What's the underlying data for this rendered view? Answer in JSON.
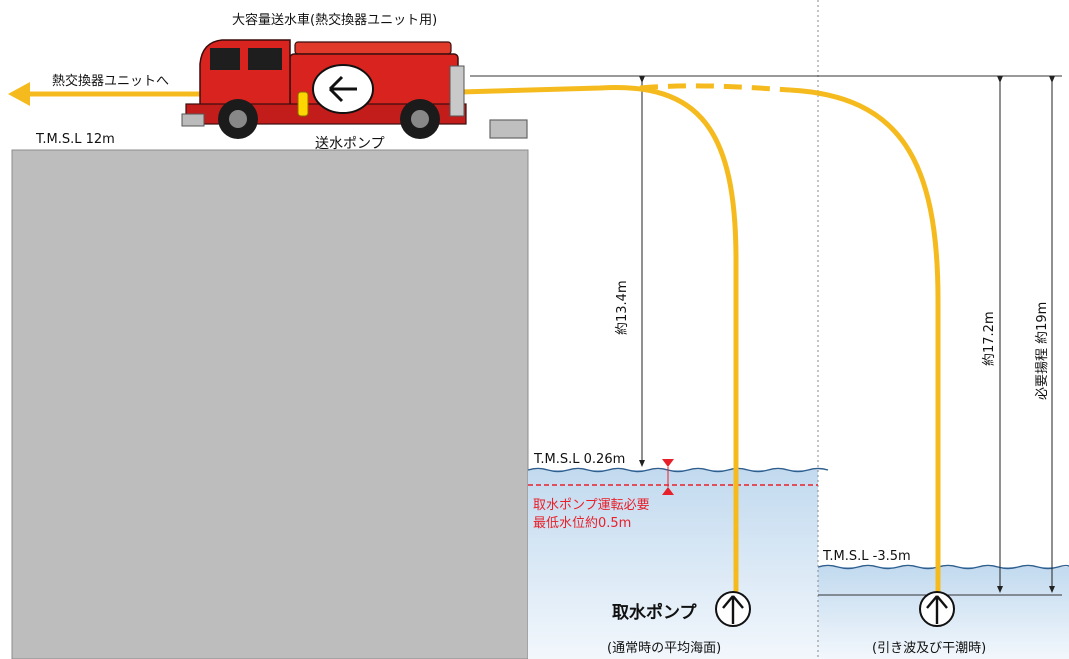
{
  "truck_title": "大容量送水車(熱交換器ユニット用)",
  "to_unit_label": "熱交換器ユニットへ",
  "ground_level": "T.M.S.L  12m",
  "pump_label": "送水ポンプ",
  "sea_level_normal": "T.M.S.L  0.26m",
  "min_water_line1": "取水ポンプ運転必要",
  "min_water_line2": "最低水位約0.5m",
  "sea_level_low": "T.M.S.L  -3.5m",
  "height_13": "約13.4m",
  "height_17": "約17.2m",
  "height_19": "必要揚程  約19m",
  "intake_pump_label": "取水ポンプ",
  "caption_normal": "(通常時の平均海面)",
  "caption_low": "(引き波及び干潮時)",
  "colors": {
    "hose": "#f5bb1e",
    "ground": "#bdbdbd",
    "water_top": "#c9dff1",
    "water_bottom": "#eef5fb",
    "truck_red": "#d9231f",
    "warning_red": "#e8202a"
  }
}
